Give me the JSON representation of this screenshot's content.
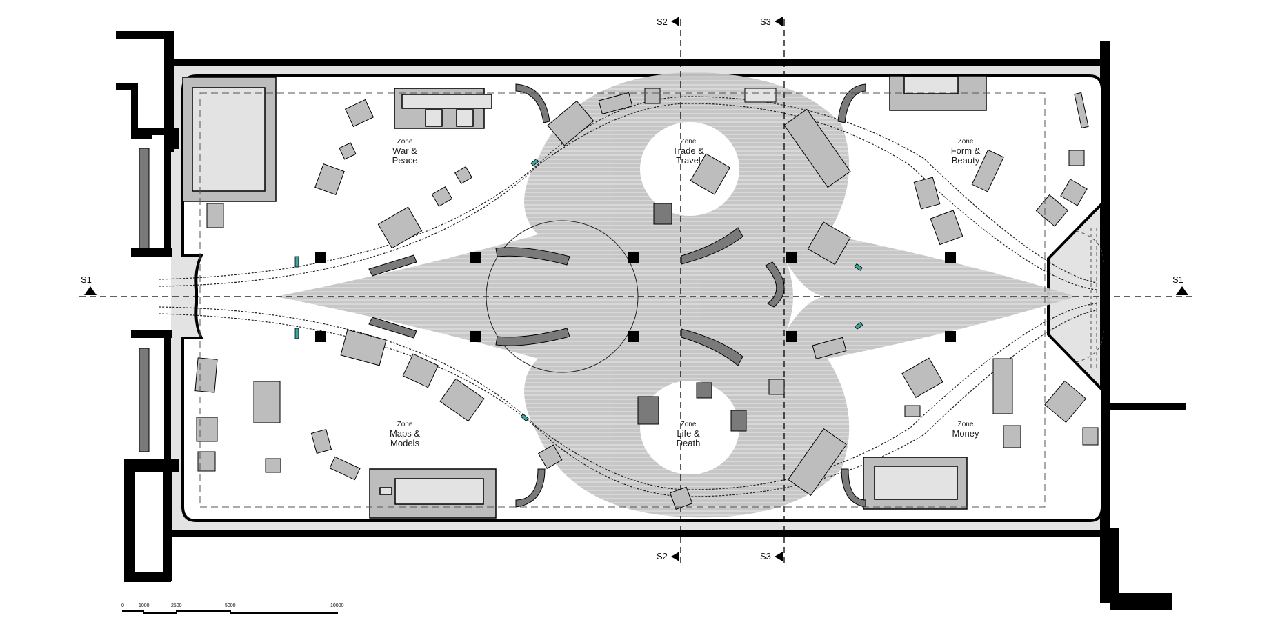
{
  "drawing": {
    "type": "architectural floor plan",
    "colors": {
      "wall": "#000000",
      "corridor_fill": "#e3e3e3",
      "case_fill": "#bdbdbd",
      "case_inner": "#e3e3e3",
      "dark_case": "#7a7a7a",
      "flow_field": "#c2c2c2",
      "accent_teal": "#3aa8a0",
      "background": "#ffffff"
    }
  },
  "zones": [
    {
      "kicker": "Zone",
      "line1": "War &",
      "line2": "Peace"
    },
    {
      "kicker": "Zone",
      "line1": "Trade &",
      "line2": "Travel"
    },
    {
      "kicker": "Zone",
      "line1": "Form &",
      "line2": "Beauty"
    },
    {
      "kicker": "Zone",
      "line1": "Maps &",
      "line2": "Models"
    },
    {
      "kicker": "Zone",
      "line1": "Life &",
      "line2": "Death"
    },
    {
      "kicker": "Zone",
      "line1": "Money",
      "line2": ""
    }
  ],
  "section_markers": {
    "s1_left": "S1",
    "s1_right": "S1",
    "s2_top": "S2",
    "s3_top": "S3",
    "s2_bottom": "S2",
    "s3_bottom": "S3"
  },
  "scale_bar": {
    "ticks": [
      "0",
      "1000",
      "2500",
      "5000",
      "10000"
    ]
  }
}
